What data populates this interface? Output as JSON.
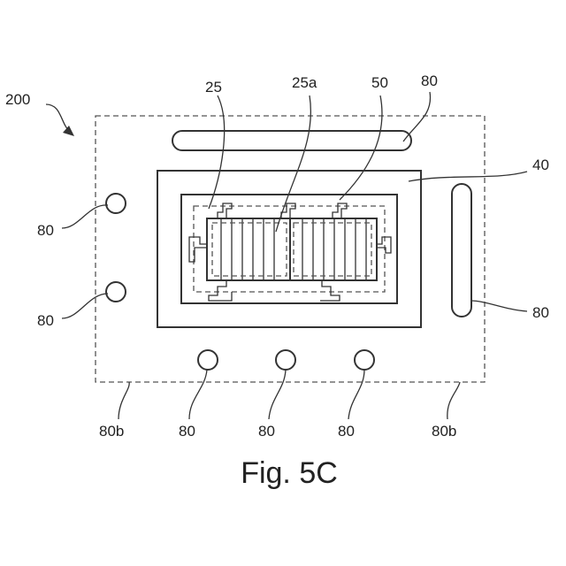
{
  "figure": {
    "caption": "Fig. 5C",
    "labels": {
      "device": "200",
      "battery": "25",
      "cell": "25a",
      "connector": "50",
      "tray": "40",
      "vent": "80",
      "flange": "80b"
    }
  },
  "colors": {
    "line": "#333333",
    "dashed": "#555555",
    "background": "#ffffff"
  }
}
